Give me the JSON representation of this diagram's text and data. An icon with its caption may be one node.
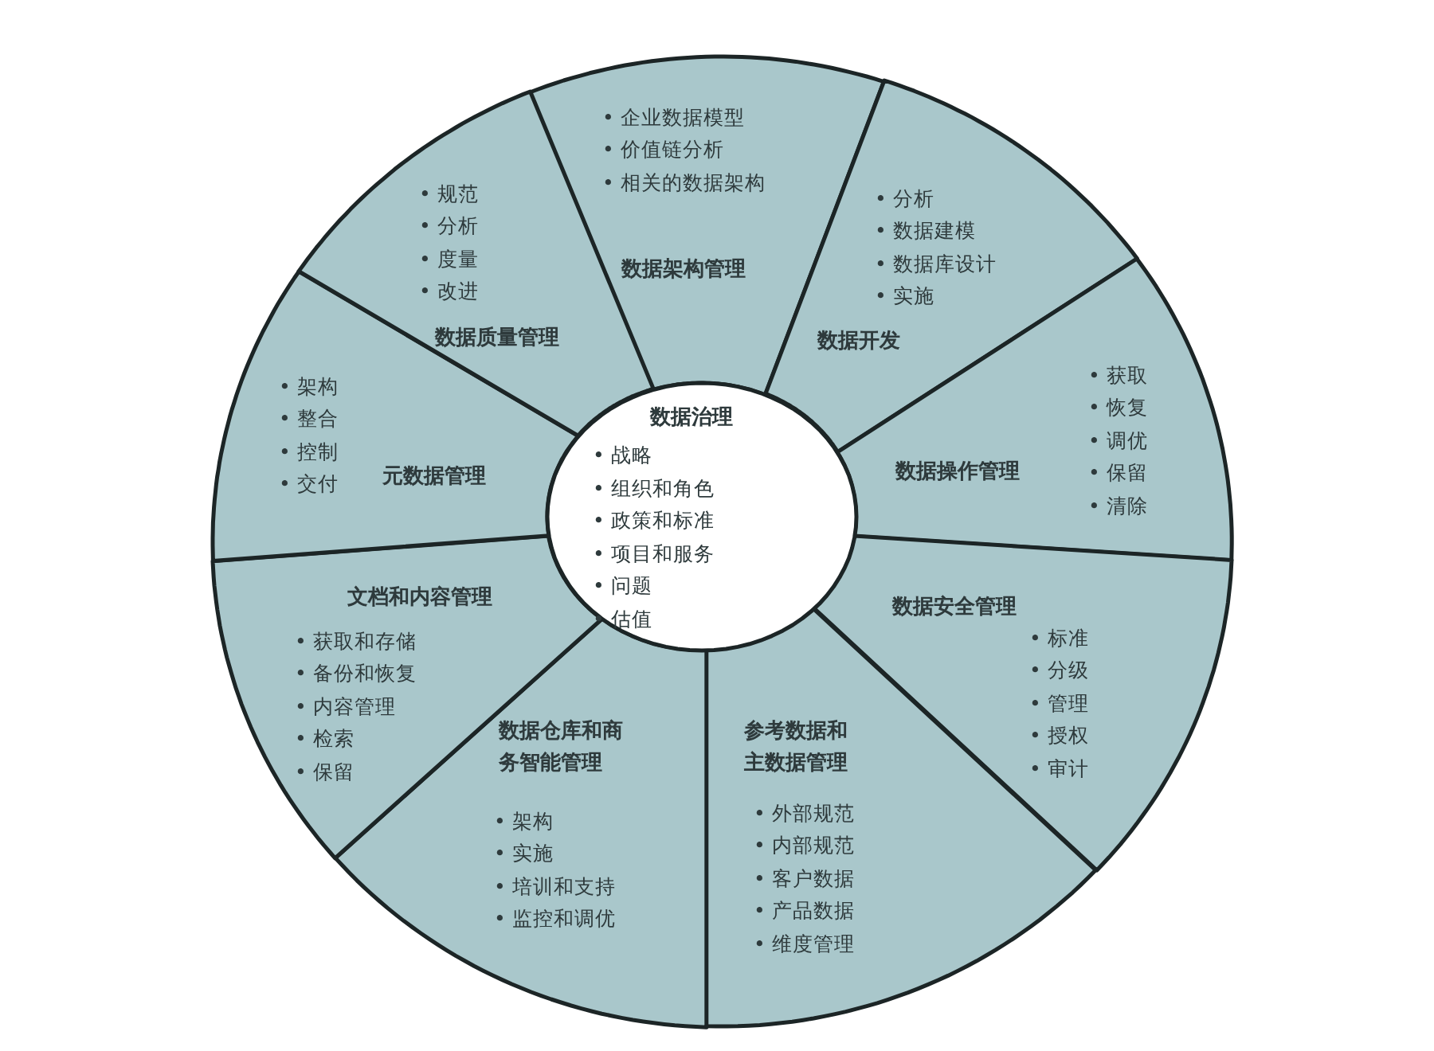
{
  "diagram": {
    "nodes": [
      {
        "text": [
          "数据治理",
          "• 战略",
          "• 组织和角色",
          "• 政策和标准",
          "• 项目和服务",
          "• 问题",
          "• 估值"
        ]
      },
      {
        "text": [
          "• 企业数据模型",
          "• 价值链分析",
          "• 相关的数据架构",
          "数据架构管理"
        ]
      },
      {
        "text": [
          "• 分析",
          "• 数据建模",
          "• 数据库设计",
          "• 实施",
          "数据开发"
        ]
      },
      {
        "text": [
          "数据操作管理",
          "• 获取",
          "• 恢复",
          "• 调优",
          "• 保留",
          "• 清除"
        ]
      },
      {
        "text": [
          "数据安全管理",
          "• 标准",
          "• 分级",
          "• 管理",
          "• 授权",
          "• 审计"
        ]
      },
      {
        "text": [
          "参考数据和主数据管理",
          "• 外部规范",
          "• 内部规范",
          "• 客户数据",
          "• 产品数据",
          "• 维度管理"
        ]
      },
      {
        "text": [
          "数据仓库和商务智能管理",
          "• 架构",
          "• 实施",
          "• 培训和支持",
          "• 监控和调优"
        ]
      },
      {
        "text": [
          "文档和内容管理",
          "• 获取和存储",
          "• 备份和恢复",
          "• 内容管理",
          "• 检索",
          "• 保留"
        ]
      },
      {
        "text": [
          "• 架构",
          "• 整合",
          "• 控制",
          "• 交付",
          "元数据管理"
        ]
      },
      {
        "text": [
          "• 规范",
          "• 分析",
          "• 度量",
          "• 改进",
          "数据质量管理"
        ]
      }
    ]
  }
}
